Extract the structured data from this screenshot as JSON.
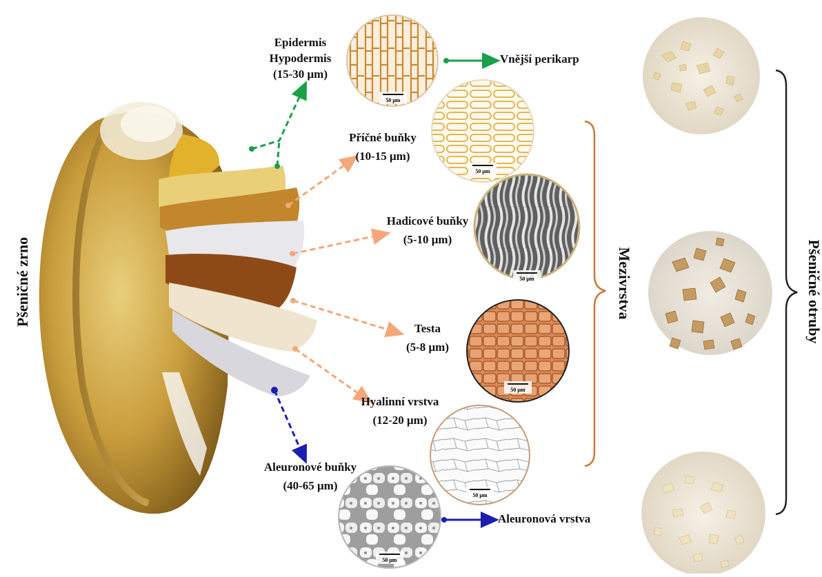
{
  "grain_label": "Pšeničné zrno",
  "mezivrstva_label": "Mezivrstva",
  "otruby_label": "Pšeničné otruby",
  "scale_bar": "50 μm",
  "layers": [
    {
      "key": "epidermis",
      "name1": "Epidermis",
      "name2": "Hypodermis",
      "size": "(15-30 μm)"
    },
    {
      "key": "pricne",
      "name": "Příčné buňky",
      "size": "(10-15 μm)"
    },
    {
      "key": "hadicove",
      "name": "Hadicové buňky",
      "size": "(5-10 μm)"
    },
    {
      "key": "testa",
      "name": "Testa",
      "size": "(5-8 μm)"
    },
    {
      "key": "hyalinni",
      "name": "Hyalinní vrstva",
      "size": "(12-20 μm)"
    },
    {
      "key": "aleuronove",
      "name": "Aleuronové buňky",
      "size": "(40-65 μm)"
    }
  ],
  "outer_pericarp": "Vnější perikarp",
  "aleurone_layer": "Aleuronová vrstva",
  "colors": {
    "green_arrow": "#1aa04a",
    "orange_arrow": "#f4a77a",
    "blue_arrow": "#1b1fb0",
    "brace_orange": "#c87a3a",
    "brace_dark": "#222222",
    "grain": "#c9a046"
  }
}
